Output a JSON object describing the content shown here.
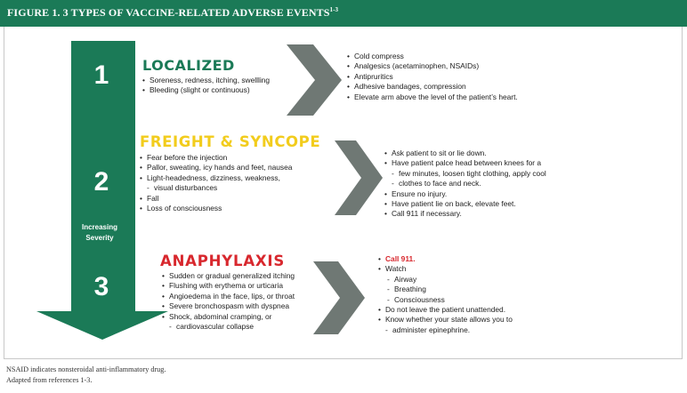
{
  "figure": {
    "title": "FIGURE 1. 3 TYPES OF VACCINE-RELATED ADVERSE EVENTS",
    "title_sup": "1-3",
    "severity_label_line1": "Increasing",
    "severity_label_line2": "Severity",
    "notes": [
      "NSAID indicates nonsteroidal anti-inflammatory drug.",
      "Adapted from references 1-3."
    ]
  },
  "colors": {
    "brand_green": "#1b7a57",
    "chevron_gray": "#6f7874",
    "freight_yellow": "#f2cc1c",
    "anaphylaxis_red": "#d8282e"
  },
  "categories": [
    {
      "number": "1",
      "title": "LOCALIZED",
      "symptoms": [
        "Soreness, redness, itching, swellling",
        "Bleeding (slight or continuous)"
      ],
      "treatments": [
        "Cold compress",
        "Analgesics (acetaminophen, NSAIDs)",
        "Antipruritics",
        "Adhesive bandages, compression",
        "Elevate arm above the level of the patient’s heart."
      ]
    },
    {
      "number": "2",
      "title": "FREIGHT & SYNCOPE",
      "symptoms": [
        "Fear before the injection",
        "Pallor, sweating, icy hands and feet, nausea",
        "Light-headedness, dizziness, weakness,",
        "visual disturbances",
        "Fall",
        "Loss of consciousness"
      ],
      "treatments": [
        "Ask patient to sit or lie down.",
        "Have patient palce head between knees for a",
        "few minutes, loosen tight clothing, apply cool",
        "clothes to face and neck.",
        "Ensure no injury.",
        "Have patient lie on back, elevate feet.",
        "Call 911 if necessary."
      ]
    },
    {
      "number": "3",
      "title": "ANAPHYLAXIS",
      "symptoms": [
        "Sudden or gradual generalized itching",
        "Flushing with erythema or urticaria",
        "Angioedema in the face, lips, or throat",
        "Severe bronchospasm with dyspnea",
        "Shock, abdominal cramping, or",
        "cardiovascular collapse"
      ],
      "treatments": [
        "Call 911.",
        "Watch",
        "Airway",
        "Breathing",
        "Consciousness",
        "Do not leave the patient unattended.",
        "Know whether your state allows you to",
        "administer epinephrine."
      ]
    }
  ]
}
